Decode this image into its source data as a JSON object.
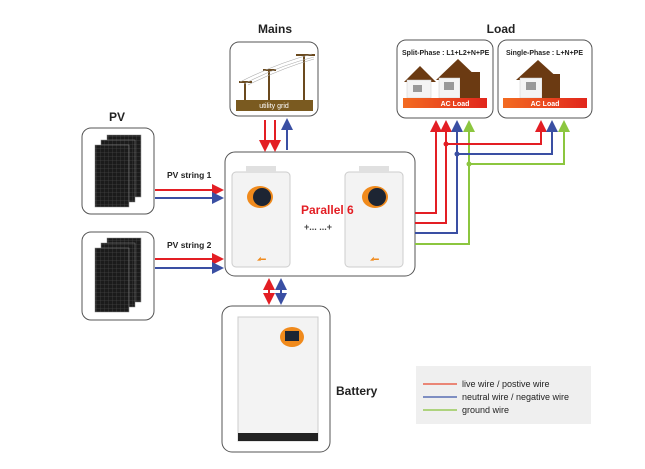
{
  "mains": {
    "title": "Mains",
    "grid_label": "utility grid"
  },
  "load": {
    "title": "Load",
    "split_phase": {
      "label": "Split-Phase : L1+L2+N+PE",
      "ac_load": "AC Load"
    },
    "single_phase": {
      "label": "Single-Phase : L+N+PE",
      "ac_load": "AC Load"
    }
  },
  "pv": {
    "title": "PV",
    "string1": "PV string 1",
    "string2": "PV string 2"
  },
  "inverter": {
    "parallel_label": "Parallel 6",
    "dots": "+... ...+"
  },
  "battery": {
    "title": "Battery"
  },
  "legend": {
    "items": [
      {
        "label": "live wire / postive wire",
        "color": "#e8472e"
      },
      {
        "label": "neutral wire / negative wire",
        "color": "#3a55a6"
      },
      {
        "label": "ground wire",
        "color": "#86c23a"
      }
    ]
  },
  "colors": {
    "live": "#e31e24",
    "neutral": "#3a4fa3",
    "ground": "#8cc63f",
    "brown": "#6b3a12",
    "accent": "#f08a1c"
  }
}
